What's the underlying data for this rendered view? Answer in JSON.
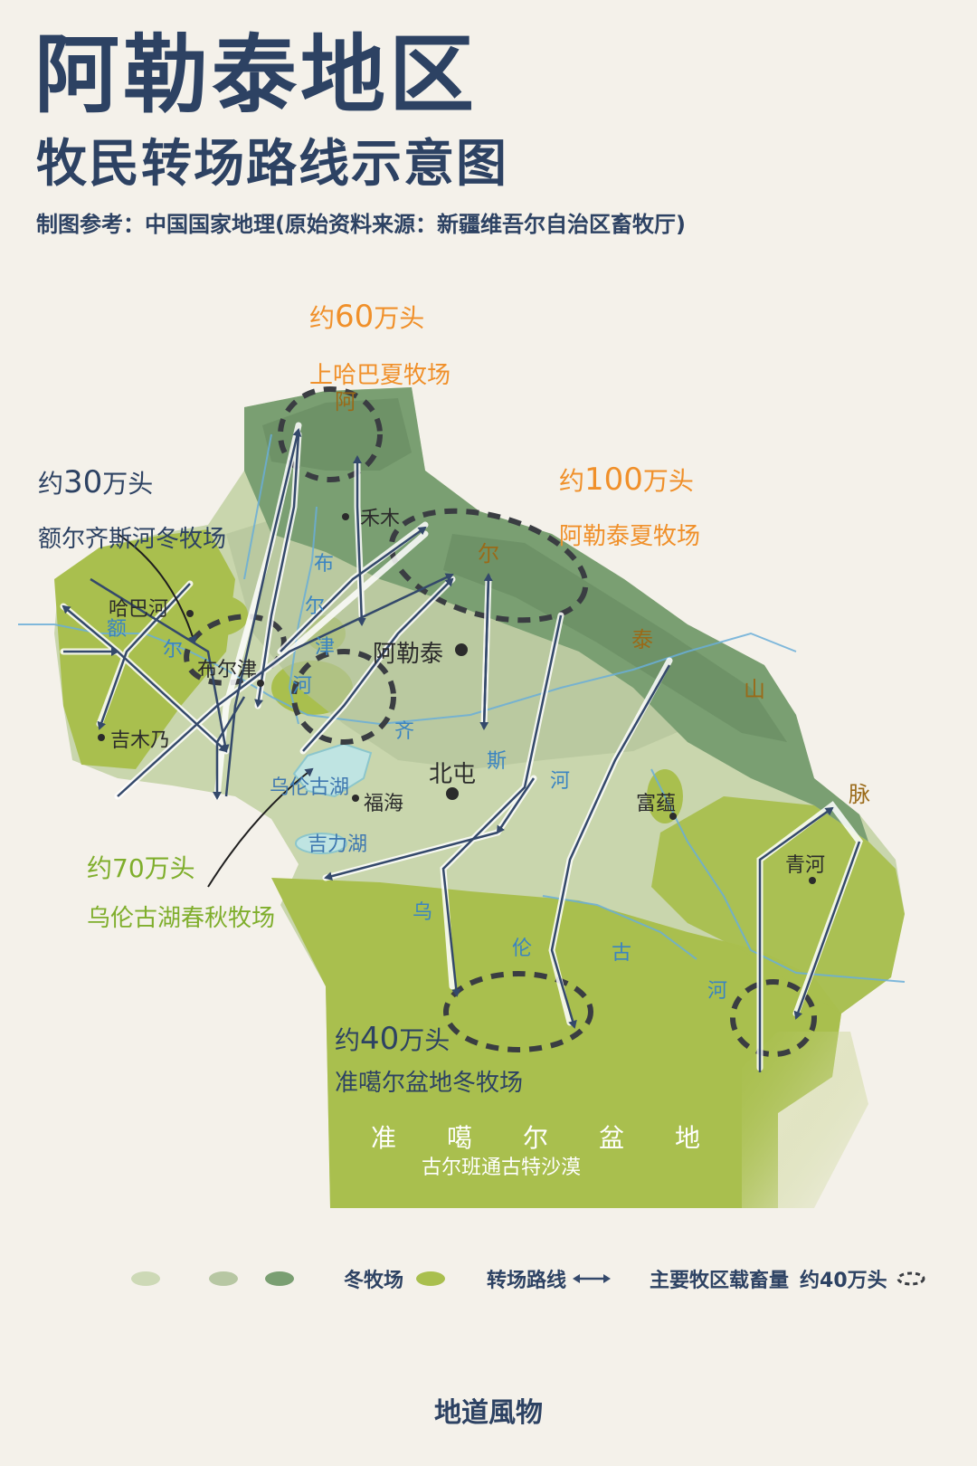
{
  "title": "阿勒泰地区",
  "subtitle": "牧民转场路线示意图",
  "source": "制图参考：中国国家地理(原始资料来源：新疆维吾尔自治区畜牧厅)",
  "pastures": {
    "upper_habahe": {
      "count_prefix": "约",
      "count_num": "60",
      "count_suffix": "万头",
      "name": "上哈巴夏牧场",
      "color": "#f0902a"
    },
    "altay_summer": {
      "count_prefix": "约",
      "count_num": "100",
      "count_suffix": "万头",
      "name": "阿勒泰夏牧场",
      "color": "#f0902a"
    },
    "irtysh_winter": {
      "count_prefix": "约",
      "count_num": "30",
      "count_suffix": "万头",
      "name": "额尔齐斯河冬牧场",
      "color": "#2d4263"
    },
    "ulungur_spring_autumn": {
      "count_prefix": "约",
      "count_num": "70",
      "count_suffix": "万头",
      "name": "乌伦古湖春秋牧场",
      "color": "#7fae2c"
    },
    "junggar_winter": {
      "count_prefix": "约",
      "count_num": "40",
      "count_suffix": "万头",
      "name": "准噶尔盆地冬牧场",
      "color": "#2d4263"
    }
  },
  "cities": {
    "hemu": "禾木",
    "habahe": "哈巴河",
    "burqin": "布尔津",
    "jeminay": "吉木乃",
    "altay": "阿勒泰",
    "beitun": "北屯",
    "fuhai": "福海",
    "fuyun": "富蕴",
    "qinghe": "青河"
  },
  "lakes": {
    "ulungur": "乌伦古湖",
    "jili": "吉力湖"
  },
  "rivers": {
    "burqin_river": [
      "布",
      "尔",
      "津",
      "河"
    ],
    "e_river": [
      "额",
      "尔"
    ],
    "irtysh_river": [
      "齐",
      "斯",
      "河"
    ],
    "ulungur_river": [
      "乌",
      "伦",
      "古",
      "河"
    ]
  },
  "mountains": [
    "阿",
    "尔",
    "泰",
    "山",
    "脉"
  ],
  "basin": "准噶尔盆地",
  "desert": "古尔班通古特沙漠",
  "legend": {
    "winter": "冬牧场",
    "route": "转场路线",
    "capacity": "主要牧区载畜量",
    "capacity_example": "约40万头",
    "colors": {
      "pale": "#c9d6ad",
      "light": "#b3c39a",
      "summer": "#7a9f72",
      "winter": "#a9bf4e",
      "arrow": "#34496b"
    }
  },
  "footer": "地道風物"
}
